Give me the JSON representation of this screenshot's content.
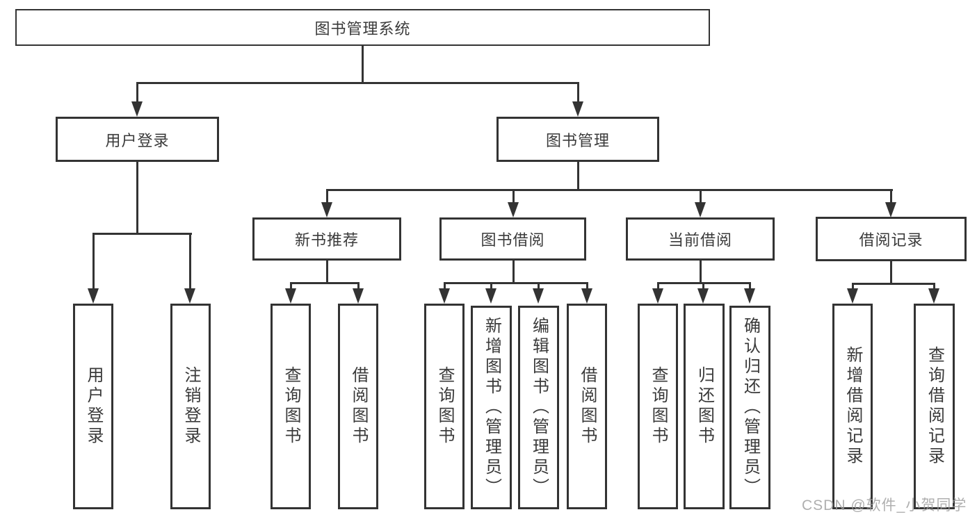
{
  "diagram": {
    "root": {
      "label": "图书管理系统"
    },
    "branches": [
      {
        "label": "用户登录",
        "children": [
          {
            "label": "用户登录"
          },
          {
            "label": "注销登录"
          }
        ]
      },
      {
        "label": "图书管理",
        "children": [
          {
            "label": "新书推荐",
            "children": [
              {
                "label": "查询图书"
              },
              {
                "label": "借阅图书"
              }
            ]
          },
          {
            "label": "图书借阅",
            "children": [
              {
                "label": "查询图书"
              },
              {
                "label": "新增图书（管理员）"
              },
              {
                "label": "编辑图书（管理员）"
              },
              {
                "label": "借阅图书"
              }
            ]
          },
          {
            "label": "当前借阅",
            "children": [
              {
                "label": "查询图书"
              },
              {
                "label": "归还图书"
              },
              {
                "label": "确认归还（管理员）"
              }
            ]
          },
          {
            "label": "借阅记录",
            "children": [
              {
                "label": "新增借阅记录"
              },
              {
                "label": "查询借阅记录"
              }
            ]
          }
        ]
      }
    ]
  },
  "watermark": {
    "text": "CSDN @软件_小贺同学"
  },
  "colors": {
    "line": "#333333",
    "text": "#3a3a3a",
    "background": "#ffffff",
    "watermark": "#9e9e9e"
  }
}
